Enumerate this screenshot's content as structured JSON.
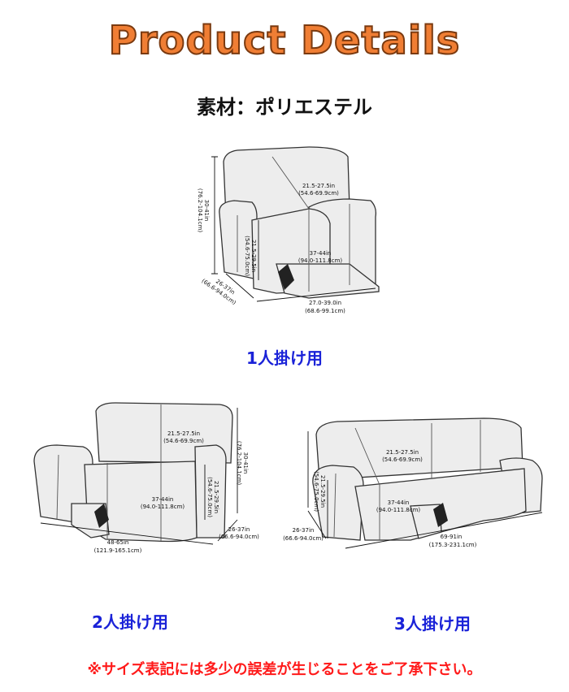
{
  "title": "Product Details",
  "material": "素材：ポリエステル",
  "single": {
    "caption": "1人掛け用",
    "dims": {
      "height": [
        "30-41in",
        "(76.2-104.1cm)"
      ],
      "back": [
        "21.5-27.5in",
        "(54.6-69.9cm)"
      ],
      "seat_h": [
        "21.5-29.5in",
        "(54.6-75.0cm)"
      ],
      "seat_len": [
        "37-44in",
        "(94.0-111.8cm)"
      ],
      "depth": [
        "26-37in",
        "(66.6-94.0cm)"
      ],
      "width": [
        "27.0-39.0in",
        "(68.6-99.1cm)"
      ]
    }
  },
  "double": {
    "caption": "2人掛け用",
    "dims": {
      "height": [
        "30-41in",
        "(76.2-104.1cm)"
      ],
      "back": [
        "21.5-27.5in",
        "(54.6-69.9cm)"
      ],
      "seat_h": [
        "21.5-29.5in",
        "(54.6-75.0cm)"
      ],
      "seat_len": [
        "37-44in",
        "(94.0-111.8cm)"
      ],
      "depth": [
        "26-37in",
        "(66.6-94.0cm)"
      ],
      "width": [
        "48-65in",
        "(121.9-165.1cm)"
      ]
    }
  },
  "triple": {
    "caption": "3人掛け用",
    "dims": {
      "back": [
        "21.5-27.5in",
        "(54.6-69.9cm)"
      ],
      "seat_h": [
        "21.5-29.5in",
        "(54.6-75.0cm)"
      ],
      "seat_len": [
        "37-44in",
        "(94.0-111.8cm)"
      ],
      "depth": [
        "26-37in",
        "(66.6-94.0cm)"
      ],
      "width": [
        "69-91in",
        "(175.3-231.1cm)"
      ]
    }
  },
  "note": "※サイズ表記には多少の誤差が生じることをご了承下さい。"
}
